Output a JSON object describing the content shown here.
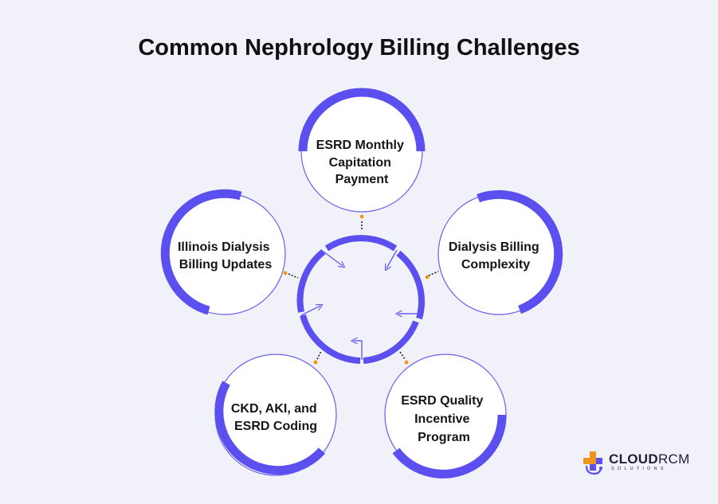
{
  "title": "Common Nephrology Billing Challenges",
  "colors": {
    "accent": "#5b4ff0",
    "outline": "#6a5ff0",
    "node_fill": "#ffffff",
    "dots": "#f0941e",
    "background": "#f1f1f9",
    "logo_orange": "#f0941e",
    "logo_blue": "#5b4ff0"
  },
  "nodes": [
    {
      "id": "esrd-capitation",
      "lines": [
        "ESRD Monthly",
        "Capitation",
        "Payment"
      ]
    },
    {
      "id": "dialysis-complexity",
      "lines": [
        "Dialysis Billing",
        "Complexity"
      ]
    },
    {
      "id": "esrd-qip",
      "lines": [
        "ESRD Quality",
        "Incentive",
        "Program"
      ]
    },
    {
      "id": "ckd-aki-coding",
      "lines": [
        "CKD, AKI, and",
        "ESRD Coding"
      ]
    },
    {
      "id": "illinois-updates",
      "lines": [
        "Illinois Dialysis",
        "Billing Updates"
      ]
    }
  ],
  "center": {
    "icon": "cycle-arrows-icon"
  },
  "logo": {
    "main_bold": "CLOUD",
    "main_light": "RCM",
    "sub": "SOLUTIONS",
    "icon": "medical-cross-stethoscope-icon"
  }
}
